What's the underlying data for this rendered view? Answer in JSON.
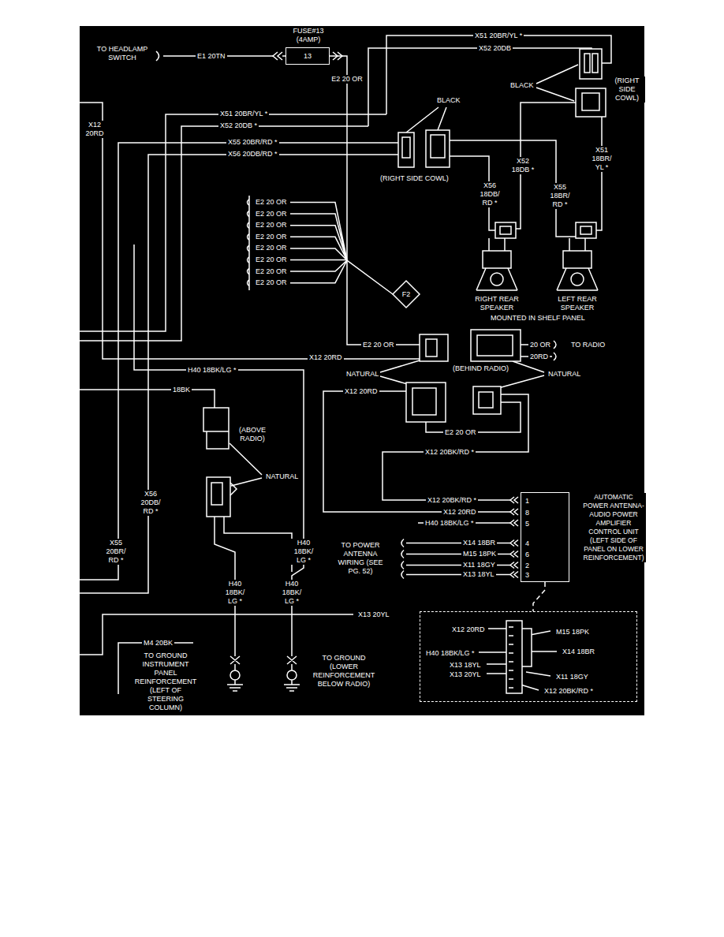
{
  "diagram": {
    "nodes": [
      {
        "text": [
          "FUSE#13 (4AMP)",
          "13"
        ]
      },
      {
        "text": [
          "F2"
        ]
      },
      {
        "text": [
          "1",
          "8",
          "5",
          "4",
          "6",
          "2",
          "3",
          "AUTOMATIC POWER ANTENNA-AUDIO POWER AMPLIFIER CONTROL UNIT (LEFT SIDE OF PANEL ON LOWER REINFORCEMENT)"
        ]
      },
      {
        "text": [
          "X12 20RD",
          "M15 18PK",
          "H40 18BK/LG *",
          "X14 18BR",
          "X13 18YL",
          "X13 20YL",
          "X11 18GY",
          "X12 20BK/RD *"
        ]
      }
    ],
    "edges": [
      {
        "from": 0,
        "to": 1,
        "arrow": "none",
        "label": "E2 20 OR"
      },
      {
        "from": 2,
        "to": 3,
        "arrow": "none"
      }
    ],
    "labels": [
      "TO HEADLAMP SWITCH",
      "E1 20TN",
      "X51 20BR/YL *",
      "X52 20DB",
      "BLACK",
      "(RIGHT SIDE COWL)",
      "X51 20BR/YL *",
      "X52 20DB *",
      "X55 20BR/RD *",
      "X56 20DB/RD *",
      "BLACK",
      "(RIGHT SIDE COWL)",
      "X12 20RD",
      "X56 18DB/ RD *",
      "X52 18DB *",
      "X55 18BR/ RD *",
      "X51 18BR/ YL *",
      "E2 20 OR",
      "E2 20 OR",
      "E2 20 OR",
      "E2 20 OR",
      "E2 20 OR",
      "E2 20 OR",
      "E2 20 OR",
      "E2 20 OR",
      "RIGHT REAR SPEAKER",
      "LEFT REAR SPEAKER",
      "MOUNTED IN SHELF PANEL",
      "E2 20 OR",
      "X12 20RD",
      "20 OR",
      "20RD",
      "TO RADIO",
      "(BEHIND RADIO)",
      "NATURAL",
      "NATURAL",
      "H40 18BK/LG *",
      "X12 20RD",
      "18BK",
      "E2 20 OR",
      "X12 20BK/RD *",
      "(ABOVE RADIO)",
      "NATURAL",
      "X56 20DB/ RD *",
      "X12 20BK/RD *",
      "X12 20RD",
      "H40 18BK/LG *",
      "X55 20BR/ RD *",
      "H40 18BK/ LG *",
      "TO POWER ANTENNA WIRING (SEE PG. 52)",
      "X14 18BR",
      "M15 18PK",
      "X11 18GY",
      "X13 18YL",
      "H40 18BK/ LG *",
      "H40 18BK/ LG *",
      "X13 20YL",
      "M4 20BK",
      "TO GROUND INSTRUMENT PANEL REINFORCEMENT (LEFT OF STEERING COLUMN)",
      "TO GROUND (LOWER REINFORCEMENT BELOW RADIO)"
    ]
  }
}
